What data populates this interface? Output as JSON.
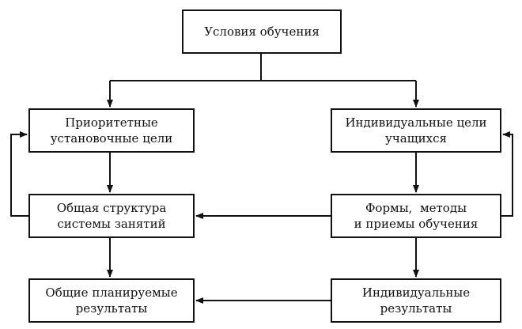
{
  "nodes": {
    "root": {
      "label": "Условия обучения"
    },
    "prio": {
      "line1": "Приоритетные",
      "line2": "установочные цели"
    },
    "indiv": {
      "line1": "Индивидуальные цели",
      "line2": "учащихся"
    },
    "struct": {
      "line1": "Общая структура",
      "line2": "системы занятий"
    },
    "forms": {
      "line1": "Формы,  методы",
      "line2": "и приемы обучения"
    },
    "general": {
      "line1": "Общие планируемые",
      "line2": "результаты"
    },
    "results": {
      "line1": "Индивидуальные",
      "line2": "результаты"
    }
  },
  "colors": {
    "line": "#111111",
    "background": "#ffffff"
  }
}
